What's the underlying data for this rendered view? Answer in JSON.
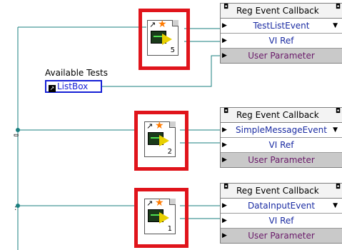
{
  "available_tests_label": "Available Tests",
  "listbox": {
    "label": "ListBox"
  },
  "callbacks": [
    {
      "title": "Reg Event Callback",
      "event": "TestListEvent",
      "vi_ref": "VI Ref",
      "param": "User Parameter",
      "vi_number": "5"
    },
    {
      "title": "Reg Event Callback",
      "event": "SimpleMessageEvent",
      "vi_ref": "VI Ref",
      "param": "User Parameter",
      "vi_number": "2"
    },
    {
      "title": "Reg Event Callback",
      "event": "DataInputEvent",
      "vi_ref": "VI Ref",
      "param": "User Parameter",
      "vi_number": "1"
    }
  ],
  "side_marks": {
    "a": "ᆷ",
    "b": ":"
  },
  "colors": {
    "highlight": "#e0141b",
    "wire": "#1a7f7f",
    "listbox": "#1620d6"
  }
}
